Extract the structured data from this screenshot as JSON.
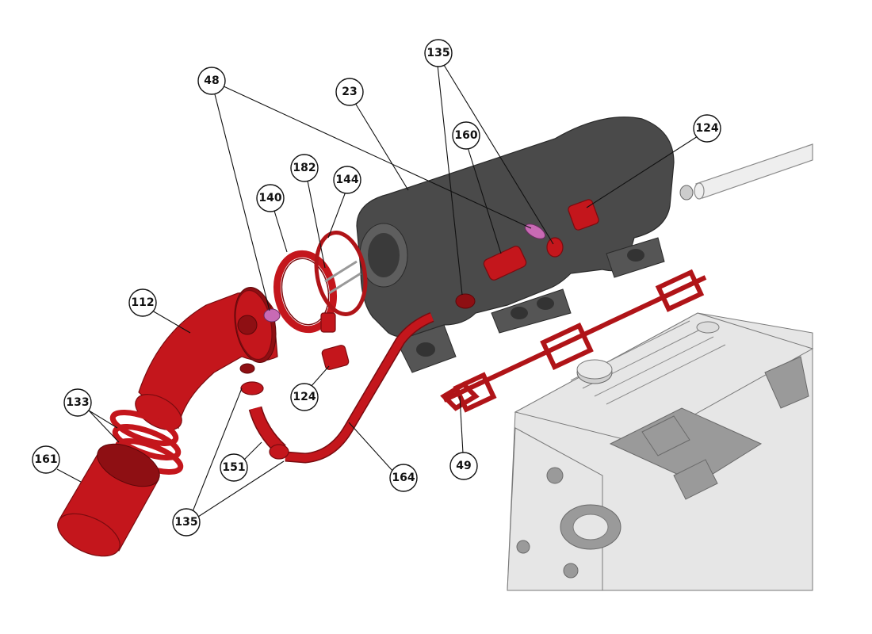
{
  "callouts": [
    {
      "id": "c48",
      "label": "48"
    },
    {
      "id": "c23",
      "label": "23"
    },
    {
      "id": "c135top",
      "label": "135"
    },
    {
      "id": "c160",
      "label": "160"
    },
    {
      "id": "c124top",
      "label": "124"
    },
    {
      "id": "c182",
      "label": "182"
    },
    {
      "id": "c144",
      "label": "144"
    },
    {
      "id": "c140",
      "label": "140"
    },
    {
      "id": "c112",
      "label": "112"
    },
    {
      "id": "c124mid",
      "label": "124"
    },
    {
      "id": "c133",
      "label": "133"
    },
    {
      "id": "c161",
      "label": "161"
    },
    {
      "id": "c151",
      "label": "151"
    },
    {
      "id": "c164",
      "label": "164"
    },
    {
      "id": "c49",
      "label": "49"
    },
    {
      "id": "c135bot",
      "label": "135"
    }
  ],
  "colors": {
    "part_red": "#c4161c",
    "manifold_gray": "#4a4a4a",
    "engine_gray": "#e6e6e6"
  }
}
